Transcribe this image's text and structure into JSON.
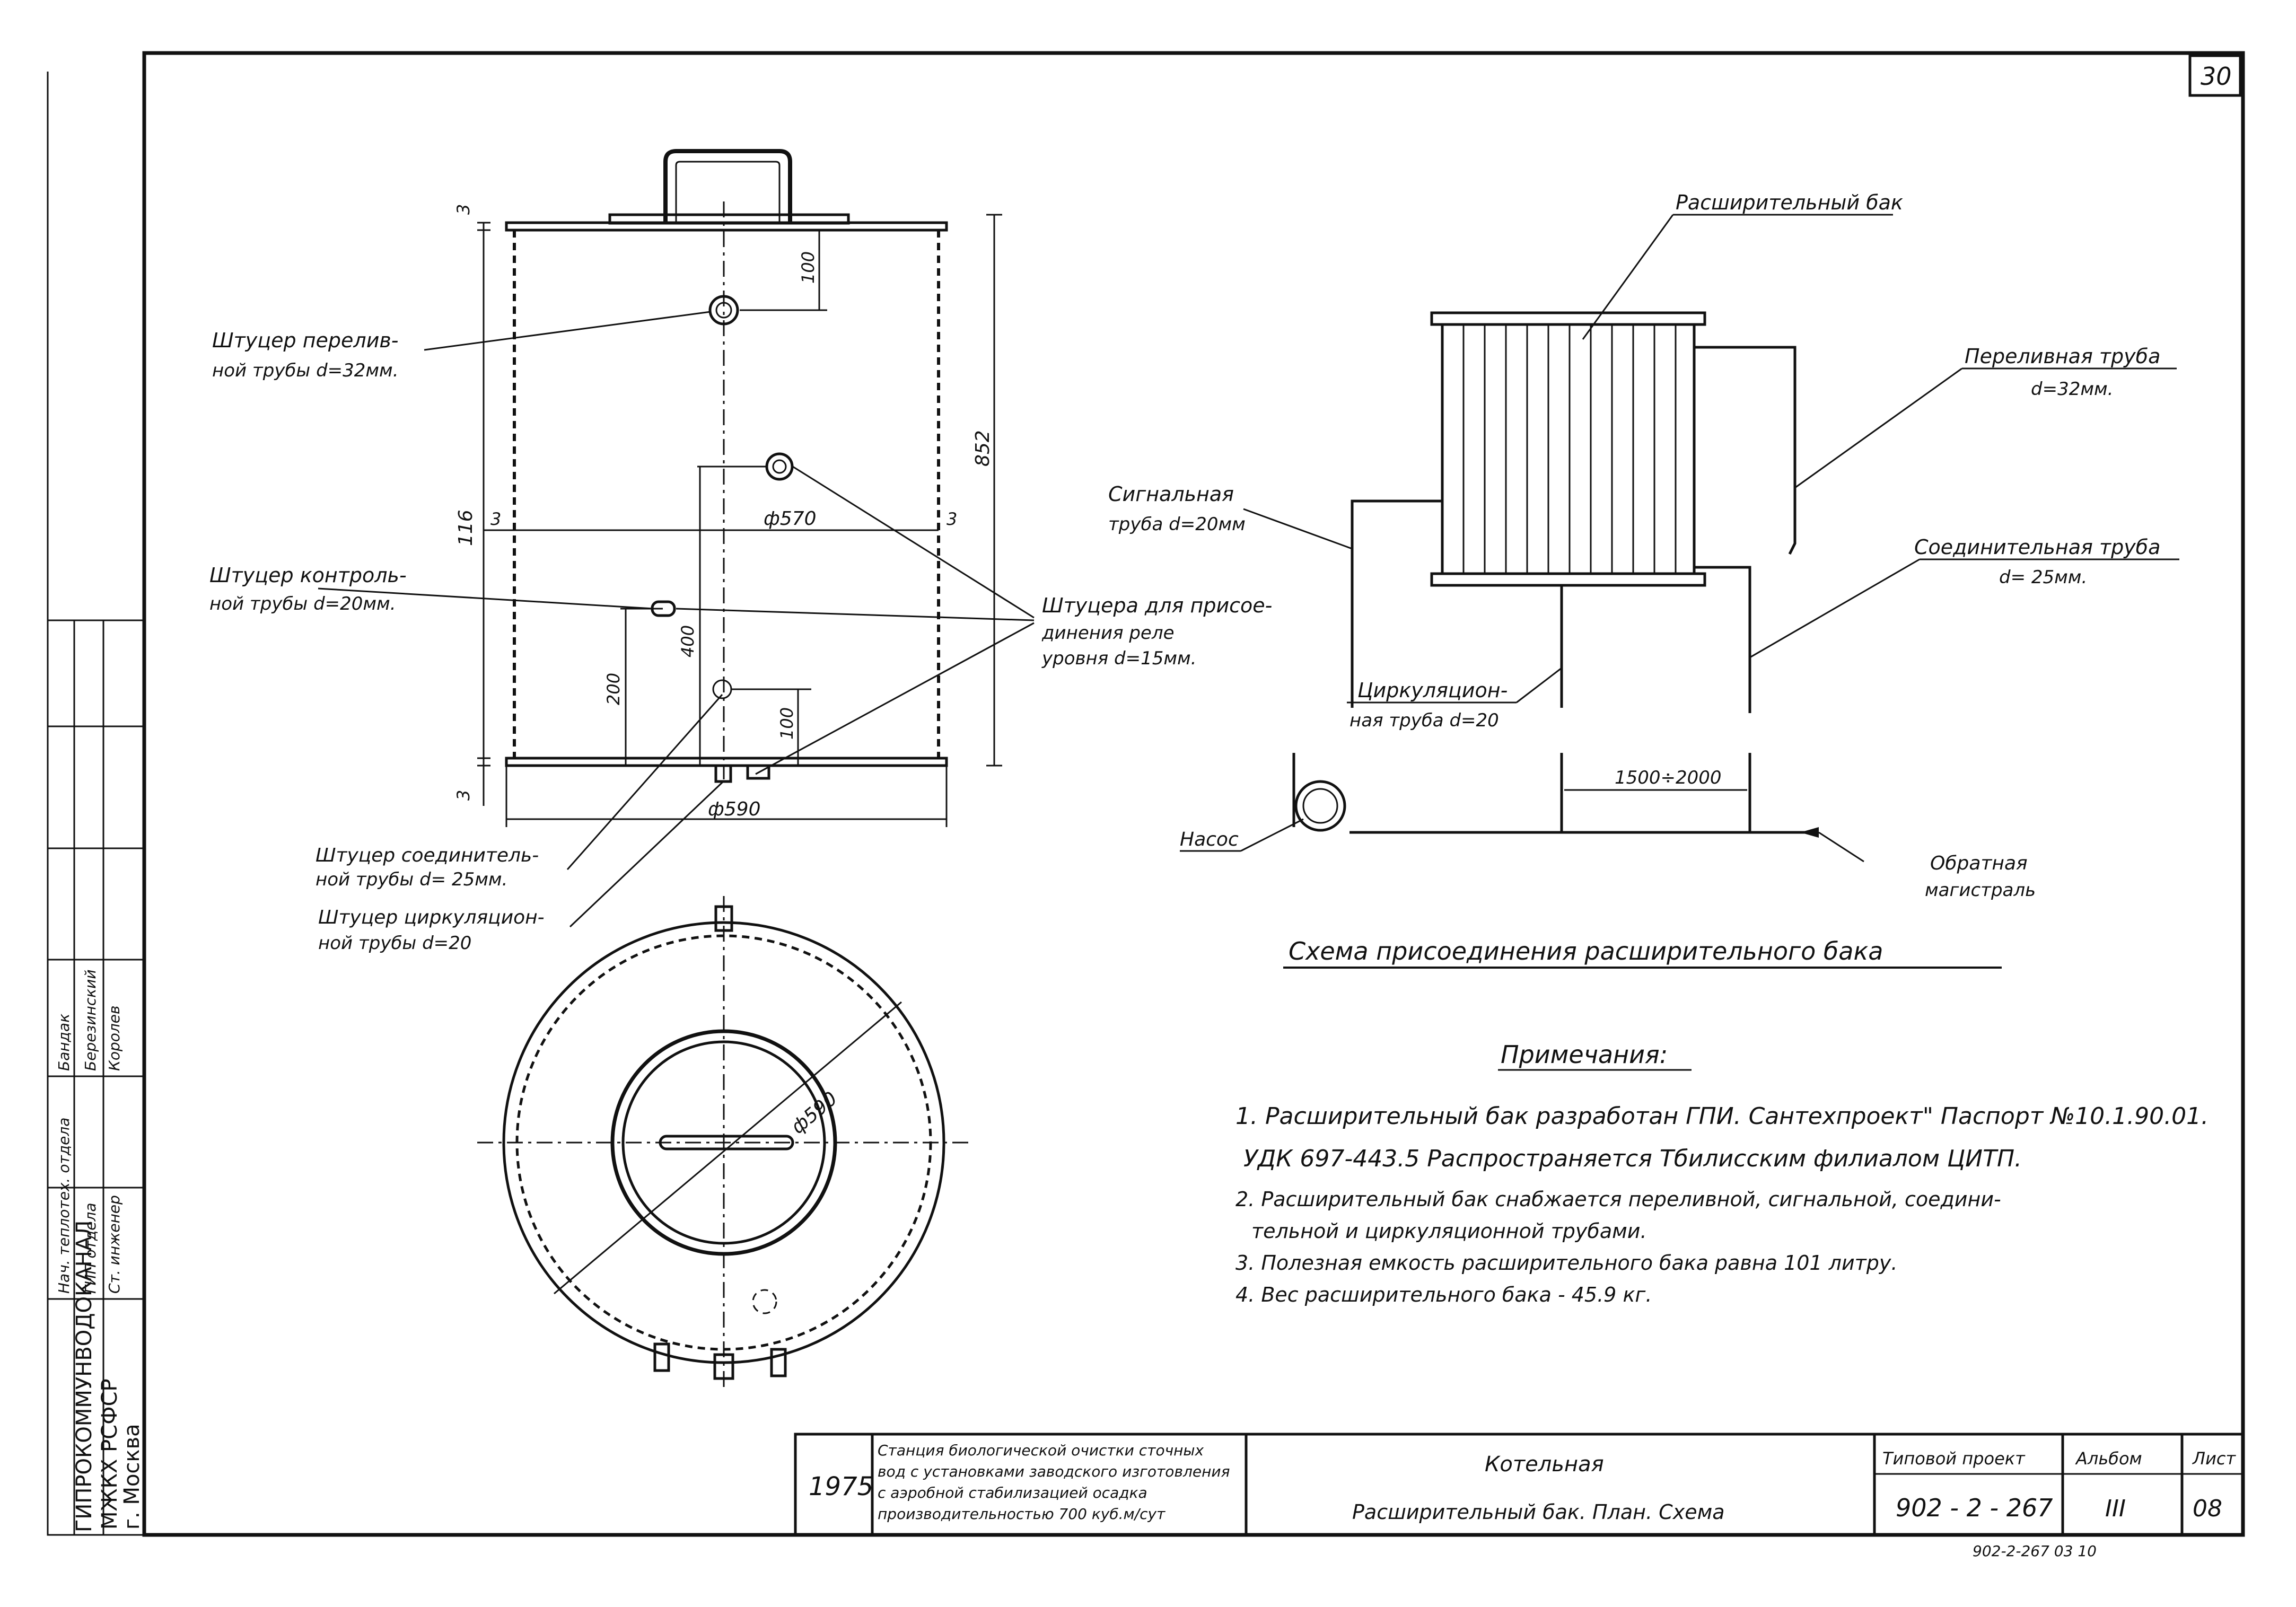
{
  "sheet_corner": "30",
  "side_stamp": {
    "org": "ГИПРОКОММУНВОДОКАНАЛ",
    "ministry": "МЖКХ   РСФСР",
    "city": "г. Москва",
    "roles": [
      "Нач. теплотех. отдела",
      "ГИП отдела",
      "Ст. инженер"
    ],
    "names": [
      "Бандак",
      "Березинский",
      "Королев"
    ]
  },
  "front_view": {
    "dims": {
      "top3": "3",
      "d100_top": "100",
      "d852": "852",
      "d116": "116",
      "d3_left": "3",
      "d3_right": "3",
      "d570": "ф570",
      "d400": "400",
      "d200": "200",
      "d100_bot": "100",
      "bot3": "3",
      "d590": "ф590"
    },
    "labels": {
      "overflow_1": "Штуцер   перелив-",
      "overflow_2": "ной  трубы  d=32мм.",
      "control_1": "Штуцер    контроль-",
      "control_2": "ной  трубы  d=20мм.",
      "relay_1": "Штуцера  для присое-",
      "relay_2": "динения        реле",
      "relay_3": "уровня   d=15мм.",
      "connect_1": "Штуцер       соединитель-",
      "connect_2": "ной  трубы    d= 25мм.",
      "circ_1": "Штуцер       циркуляцион-",
      "circ_2": "ной  трубы        d=20"
    }
  },
  "plan_view": {
    "dim": "ф590"
  },
  "scheme": {
    "tank_label": "Расширительный  бак",
    "overflow_1": "Переливная     труба",
    "overflow_2": "d=32мм.",
    "signal_1": "Сигнальная",
    "signal_2": "труба    d=20мм",
    "connect_1": "Соединительная     труба",
    "connect_2": "d= 25мм.",
    "circ_1": "Циркуляцион-",
    "circ_2": "ная     труба  d=20",
    "distance": "1500÷2000",
    "pump": "Насос",
    "return_1": "Обратная",
    "return_2": "магистраль",
    "title": "Схема     присоединения     расширительного     бака"
  },
  "notes": {
    "heading": "Примечания:",
    "lines": [
      "1. Расширительный    бак   разработан ГПИ. Сантехпроект\" Паспорт №10.1.90.01.",
      "УДК 697-443.5  Распространяется  Тбилисским   филиалом  ЦИТП.",
      "2. Расширительный    бак   снабжается    переливной,  сигнальной,  соедини-",
      "тельной    и  циркуляционной   трубами.",
      "3. Полезная    емкость   расширительного  бака   равна      101 литру.",
      "4. Вес   расширительного       бака   -   45.9 кг."
    ]
  },
  "title_block": {
    "year": "1975",
    "desc": [
      "Станция биологической очистки сточных",
      "вод с установками заводского изготовления",
      "с аэробной стабилизацией осадка",
      "производительностью 700 куб.м/сут"
    ],
    "object": "Котельная",
    "sheet_name": "Расширительный    бак.    План.    Схема",
    "proj_label": "Типовой  проект",
    "proj_value": "902 - 2 - 267",
    "album_label": "Альбом",
    "album_value": "III",
    "sheet_label": "Лист",
    "sheet_value": "08",
    "below": "902-2-267    03       10"
  }
}
